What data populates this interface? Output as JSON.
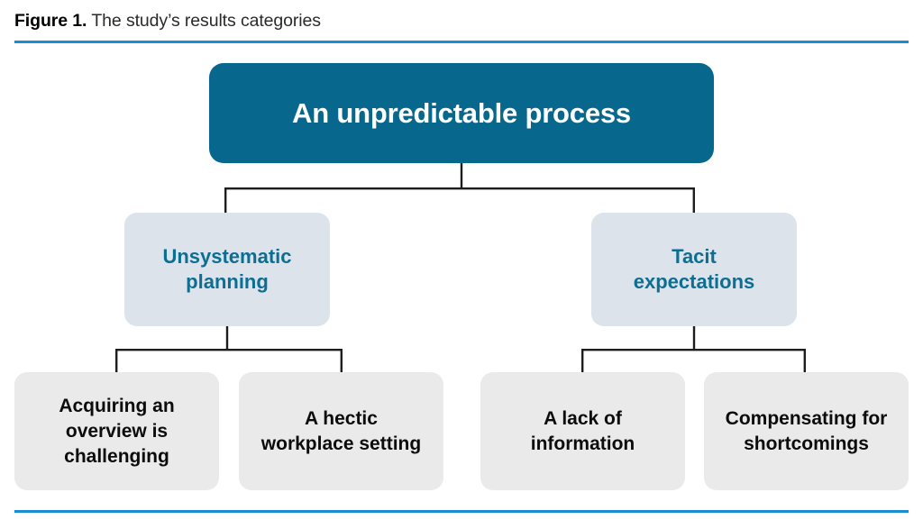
{
  "figure": {
    "caption_label": "Figure 1.",
    "caption_text": "The study’s results categories",
    "rule_color": "#1b8dd4"
  },
  "colors": {
    "level1_bg": "#07678c",
    "level1_text": "#ffffff",
    "level2_bg": "#dce3eb",
    "level2_text": "#0d6e93",
    "level3_bg": "#eaeaea",
    "level3_text": "#0c0c0c",
    "connector": "#1d1d1d"
  },
  "diagram": {
    "type": "hierarchy-tree",
    "root": {
      "label": "An unpredictable process"
    },
    "branches": [
      {
        "label": "Unsystematic\nplanning",
        "children": [
          {
            "label": "Acquiring an\noverview is\nchallenging"
          },
          {
            "label": "A hectic\nworkplace setting"
          }
        ]
      },
      {
        "label": "Tacit\nexpectations",
        "children": [
          {
            "label": "A lack of\ninformation"
          },
          {
            "label": "Compensating for\nshortcomings"
          }
        ]
      }
    ]
  }
}
